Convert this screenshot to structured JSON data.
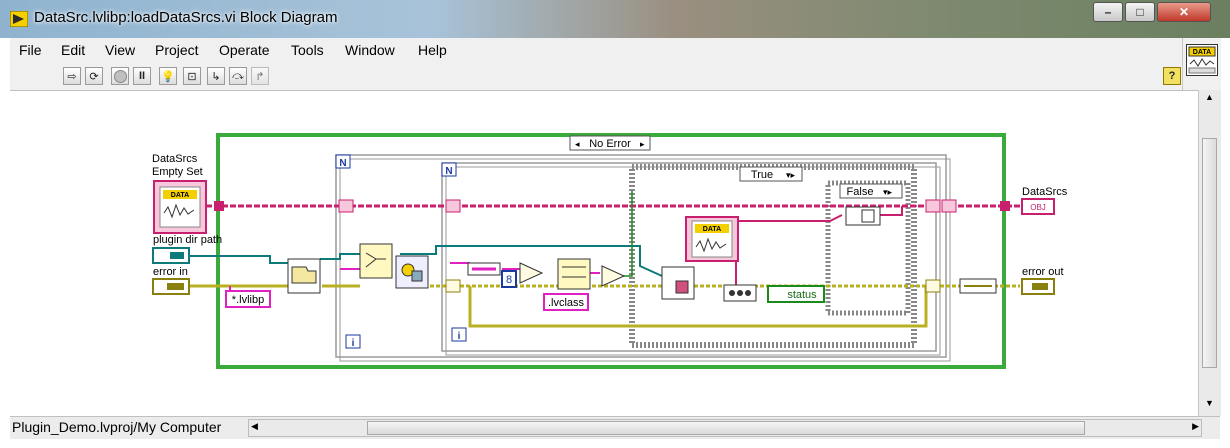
{
  "window": {
    "title": "DataSrc.lvlibp:loadDataSrcs.vi Block Diagram",
    "buttons": {
      "minimize": "–",
      "maximize": "□",
      "close": "✕"
    }
  },
  "menu": [
    "File",
    "Edit",
    "View",
    "Project",
    "Operate",
    "Tools",
    "Window",
    "Help"
  ],
  "toolbar": {
    "buttons": [
      "run-arrow-icon",
      "run-continuous-icon",
      "abort-icon",
      "pause-icon",
      "highlight-execution-icon",
      "retain-wire-values-icon",
      "step-into-icon",
      "step-over-icon",
      "step-out-icon"
    ],
    "help": "?"
  },
  "connector_icon": {
    "label": "DATA"
  },
  "diagram": {
    "case_structure": {
      "selector": "No Error"
    },
    "outer_loop": {
      "count": "N",
      "index": "i"
    },
    "inner_loop": {
      "count": "N",
      "index": "i"
    },
    "inner_case": {
      "selector": "True"
    },
    "innermost_case": {
      "selector": "False"
    },
    "labels": {
      "datasrcs_in": "DataSrcs\nEmpty Set",
      "plugin_dir": "plugin dir path",
      "error_in": "error in",
      "datasrcs_out": "DataSrcs",
      "error_out": "error out",
      "status": "status",
      "lvlibp_const": "*.lvlibp",
      "lvclass_const": ".lvclass",
      "num_const": "8",
      "data_badge": "DATA",
      "obj": "OBJ"
    },
    "colors": {
      "object_wire": "#c8206e",
      "path_wire": "#0f7a7a",
      "error_wire": "#b8b020",
      "string_wire": "#e020c0",
      "bool_wire": "#1a8a1a",
      "structure_green": "#3aaa3a",
      "loop_gray": "#9a9a9a"
    }
  },
  "status_bar": {
    "path": "Plugin_Demo.lvproj/My Computer"
  }
}
